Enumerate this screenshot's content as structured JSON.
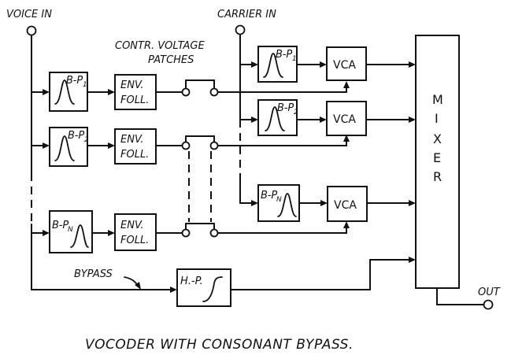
{
  "labels": {
    "voice_in": "VOICE IN",
    "carrier_in": "CARRIER IN",
    "cv_patches_line1": "CONTR. VOLTAGE",
    "cv_patches_line2": "PATCHES",
    "bypass": "BYPASS",
    "out": "OUT",
    "caption": "VOCODER WITH CONSONANT BYPASS."
  },
  "analysis_filters": [
    {
      "main": "B-P",
      "sub": "1"
    },
    {
      "main": "B-P",
      "sub": "2"
    },
    {
      "main": "B-P",
      "sub": "N"
    }
  ],
  "env_followers": [
    {
      "line1": "ENV.",
      "line2": "FOLL."
    },
    {
      "line1": "ENV.",
      "line2": "FOLL."
    },
    {
      "line1": "ENV.",
      "line2": "FOLL."
    }
  ],
  "synthesis_filters": [
    {
      "main": "B-P",
      "sub": "1"
    },
    {
      "main": "B-P",
      "sub": "2"
    },
    {
      "main": "B-P",
      "sub": "N"
    }
  ],
  "vcas": [
    {
      "label": "VCA"
    },
    {
      "label": "VCA"
    },
    {
      "label": "VCA"
    }
  ],
  "highpass": {
    "label": "H.-P."
  },
  "mixer": {
    "letters": [
      "M",
      "I",
      "X",
      "E",
      "R"
    ]
  }
}
